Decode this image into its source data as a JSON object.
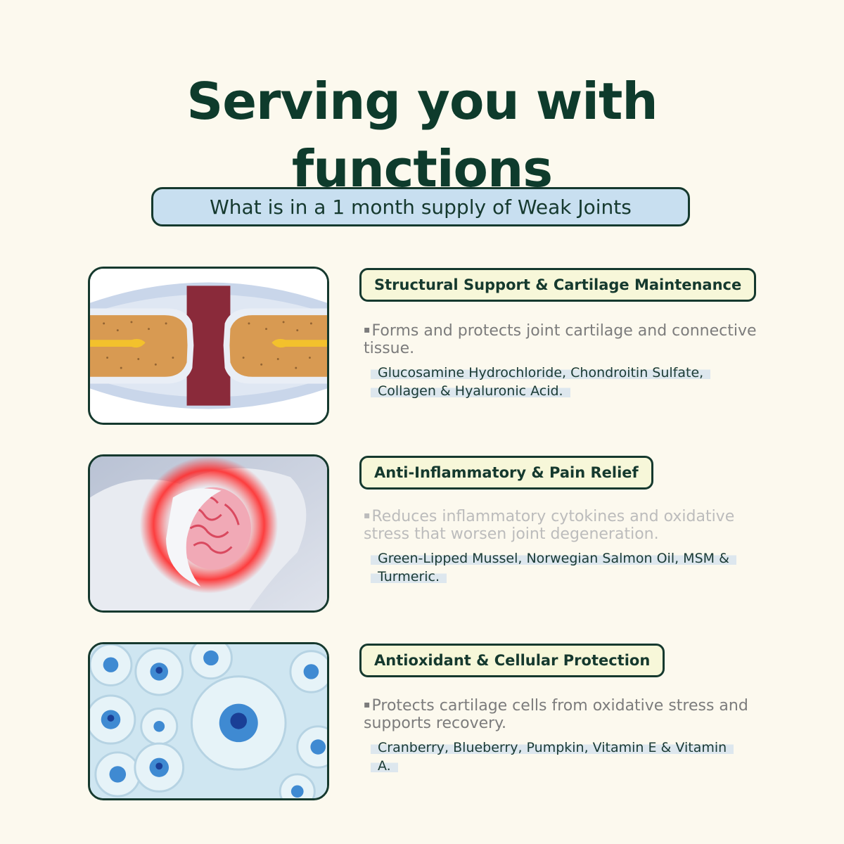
{
  "title": {
    "line1": "Serving you with",
    "line2": "functions"
  },
  "subtitle": "What is in a 1 month supply of Weak Joints",
  "sections": [
    {
      "heading": "Structural Support & Cartilage Maintenance",
      "bullet": "▪",
      "description": "Forms and protects joint cartilage and connective tissue.",
      "ingredients": "Glucosamine Hydrochloride, Chondroitin Sulfate, Collagen & Hyaluronic Acid."
    },
    {
      "heading": "Anti-Inflammatory & Pain Relief",
      "bullet": "▪",
      "description": "Reduces inflammatory cytokines and oxidative stress that worsen joint degeneration.",
      "ingredients": "Green-Lipped Mussel, Norwegian Salmon Oil, MSM & Turmeric."
    },
    {
      "heading": "Antioxidant & Cellular Protection",
      "bullet": "▪",
      "description": "Protects cartilage cells from oxidative stress and supports recovery.",
      "ingredients": "Cranberry, Blueberry, Pumpkin, Vitamin E & Vitamin A."
    }
  ],
  "colors": {
    "background": "#fcf9ee",
    "dark_green": "#15392e",
    "subtitle_fill": "#c8dff0",
    "badge_fill": "#f7f7d9",
    "ingredient_highlight": "#dde7ee"
  }
}
